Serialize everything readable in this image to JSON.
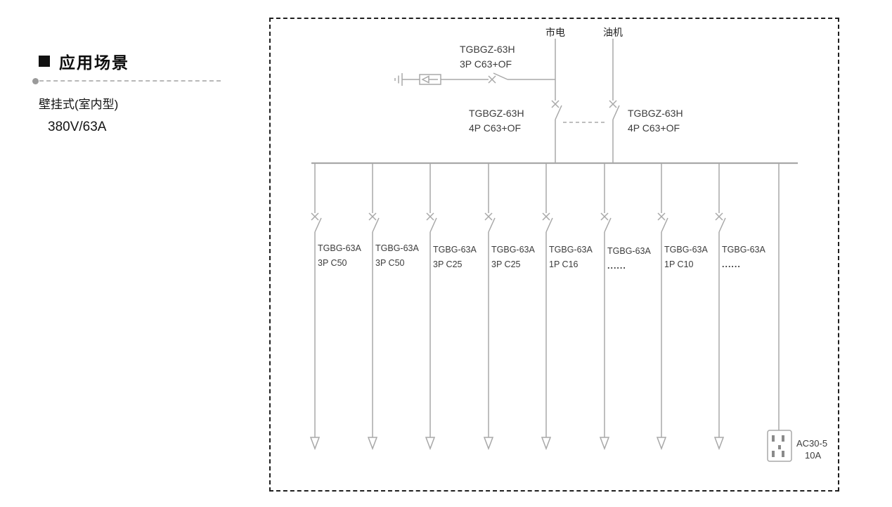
{
  "left_panel": {
    "title": "应用场景",
    "subtitle": "壁挂式(室内型)",
    "rating": "380V/63A"
  },
  "diagram": {
    "sources": [
      {
        "label": "市电"
      },
      {
        "label": "油机"
      }
    ],
    "spd_breaker": {
      "model": "TGBGZ-63H",
      "spec": "3P C63+OF"
    },
    "main_breakers": [
      {
        "model": "TGBGZ-63H",
        "spec": "4P C63+OF"
      },
      {
        "model": "TGBGZ-63H",
        "spec": "4P C63+OF"
      }
    ],
    "feeders": [
      {
        "model": "TGBG-63A",
        "spec": "3P C50"
      },
      {
        "model": "TGBG-63A",
        "spec": "3P C50"
      },
      {
        "model": "TGBG-63A",
        "spec": "3P C25"
      },
      {
        "model": "TGBG-63A",
        "spec": "3P C25"
      },
      {
        "model": "TGBG-63A",
        "spec": "1P C16"
      },
      {
        "model": "TGBG-63A",
        "spec": "......"
      },
      {
        "model": "TGBG-63A",
        "spec": "1P C10"
      },
      {
        "model": "TGBG-63A",
        "spec": "......"
      }
    ],
    "socket": {
      "model": "AC30-5",
      "spec": "10A"
    }
  },
  "colors": {
    "line": "#a8a8a8",
    "text": "#3c3c3c",
    "border": "#1f1f1f"
  }
}
